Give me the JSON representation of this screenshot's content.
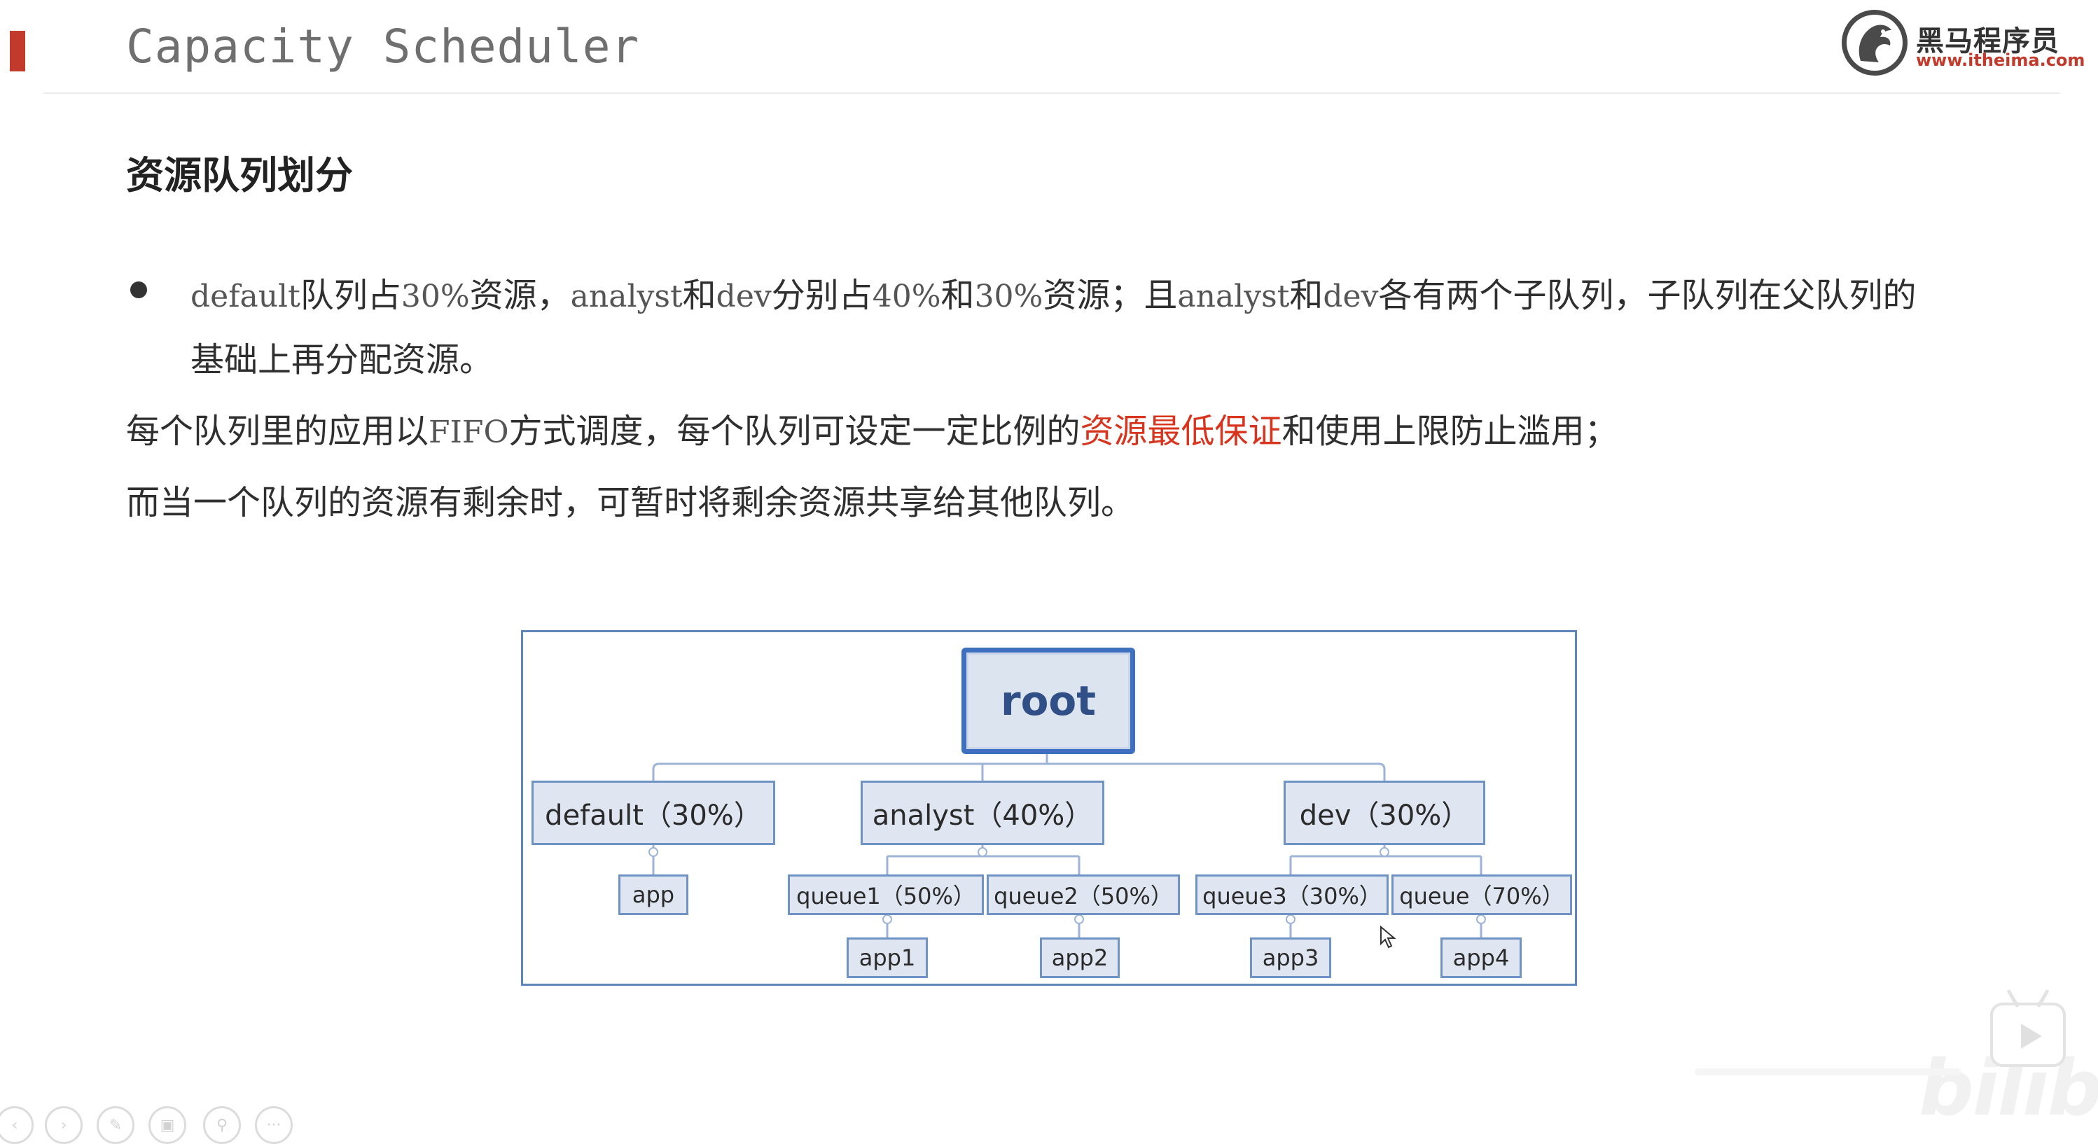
{
  "header": {
    "title": "Capacity Scheduler",
    "logo": {
      "name": "黑马程序员",
      "url": "www.itheima.com",
      "icon": "horse-head-logo-icon"
    },
    "accent_color": "#c23a2b"
  },
  "content": {
    "heading": "资源队列划分",
    "bullet": {
      "line1": {
        "t1": "default",
        "t2": "队列占",
        "t3": "30%",
        "t4": "资源，",
        "t5": "analyst",
        "t6": "和",
        "t7": "dev",
        "t8": "分别占",
        "t9": "40%",
        "t10": "和",
        "t11": "30%",
        "t12": "资源；且",
        "t13": "analyst",
        "t14": "和",
        "t15": "dev",
        "t16": "各有两个子队列，子队列在父队列的"
      },
      "line2": "基础上再分配资源。"
    },
    "para2": {
      "a": "每个队列里的应用以",
      "b": "FIFO",
      "c": "方式调度，每个队列可设定一定比例的",
      "highlight": "资源最低保证",
      "d": "和使用上限防止滥用；"
    },
    "para3": "而当一个队列的资源有剩余时，可暂时将剩余资源共享给其他队列。",
    "highlight_color": "#d8351e"
  },
  "diagram": {
    "root": "root",
    "queues": [
      {
        "label": "default（30%）"
      },
      {
        "label": "analyst（40%）"
      },
      {
        "label": "dev（30%）"
      }
    ],
    "subqueues": [
      {
        "label": "queue1（50%）"
      },
      {
        "label": "queue2（50%）"
      },
      {
        "label": "queue3（30%）"
      },
      {
        "label": "queue（70%）"
      }
    ],
    "apps": [
      {
        "label": "app"
      },
      {
        "label": "app1"
      },
      {
        "label": "app2"
      },
      {
        "label": "app3"
      },
      {
        "label": "app4"
      }
    ],
    "border_color": "#5f86b8",
    "root_border_color": "#3f6fbf"
  },
  "player": {
    "play_icon": "play-icon",
    "watermark": "bilibili",
    "controls": [
      "prev-icon",
      "next-icon",
      "pen-icon",
      "screen-icon",
      "zoom-icon",
      "more-icon"
    ]
  }
}
